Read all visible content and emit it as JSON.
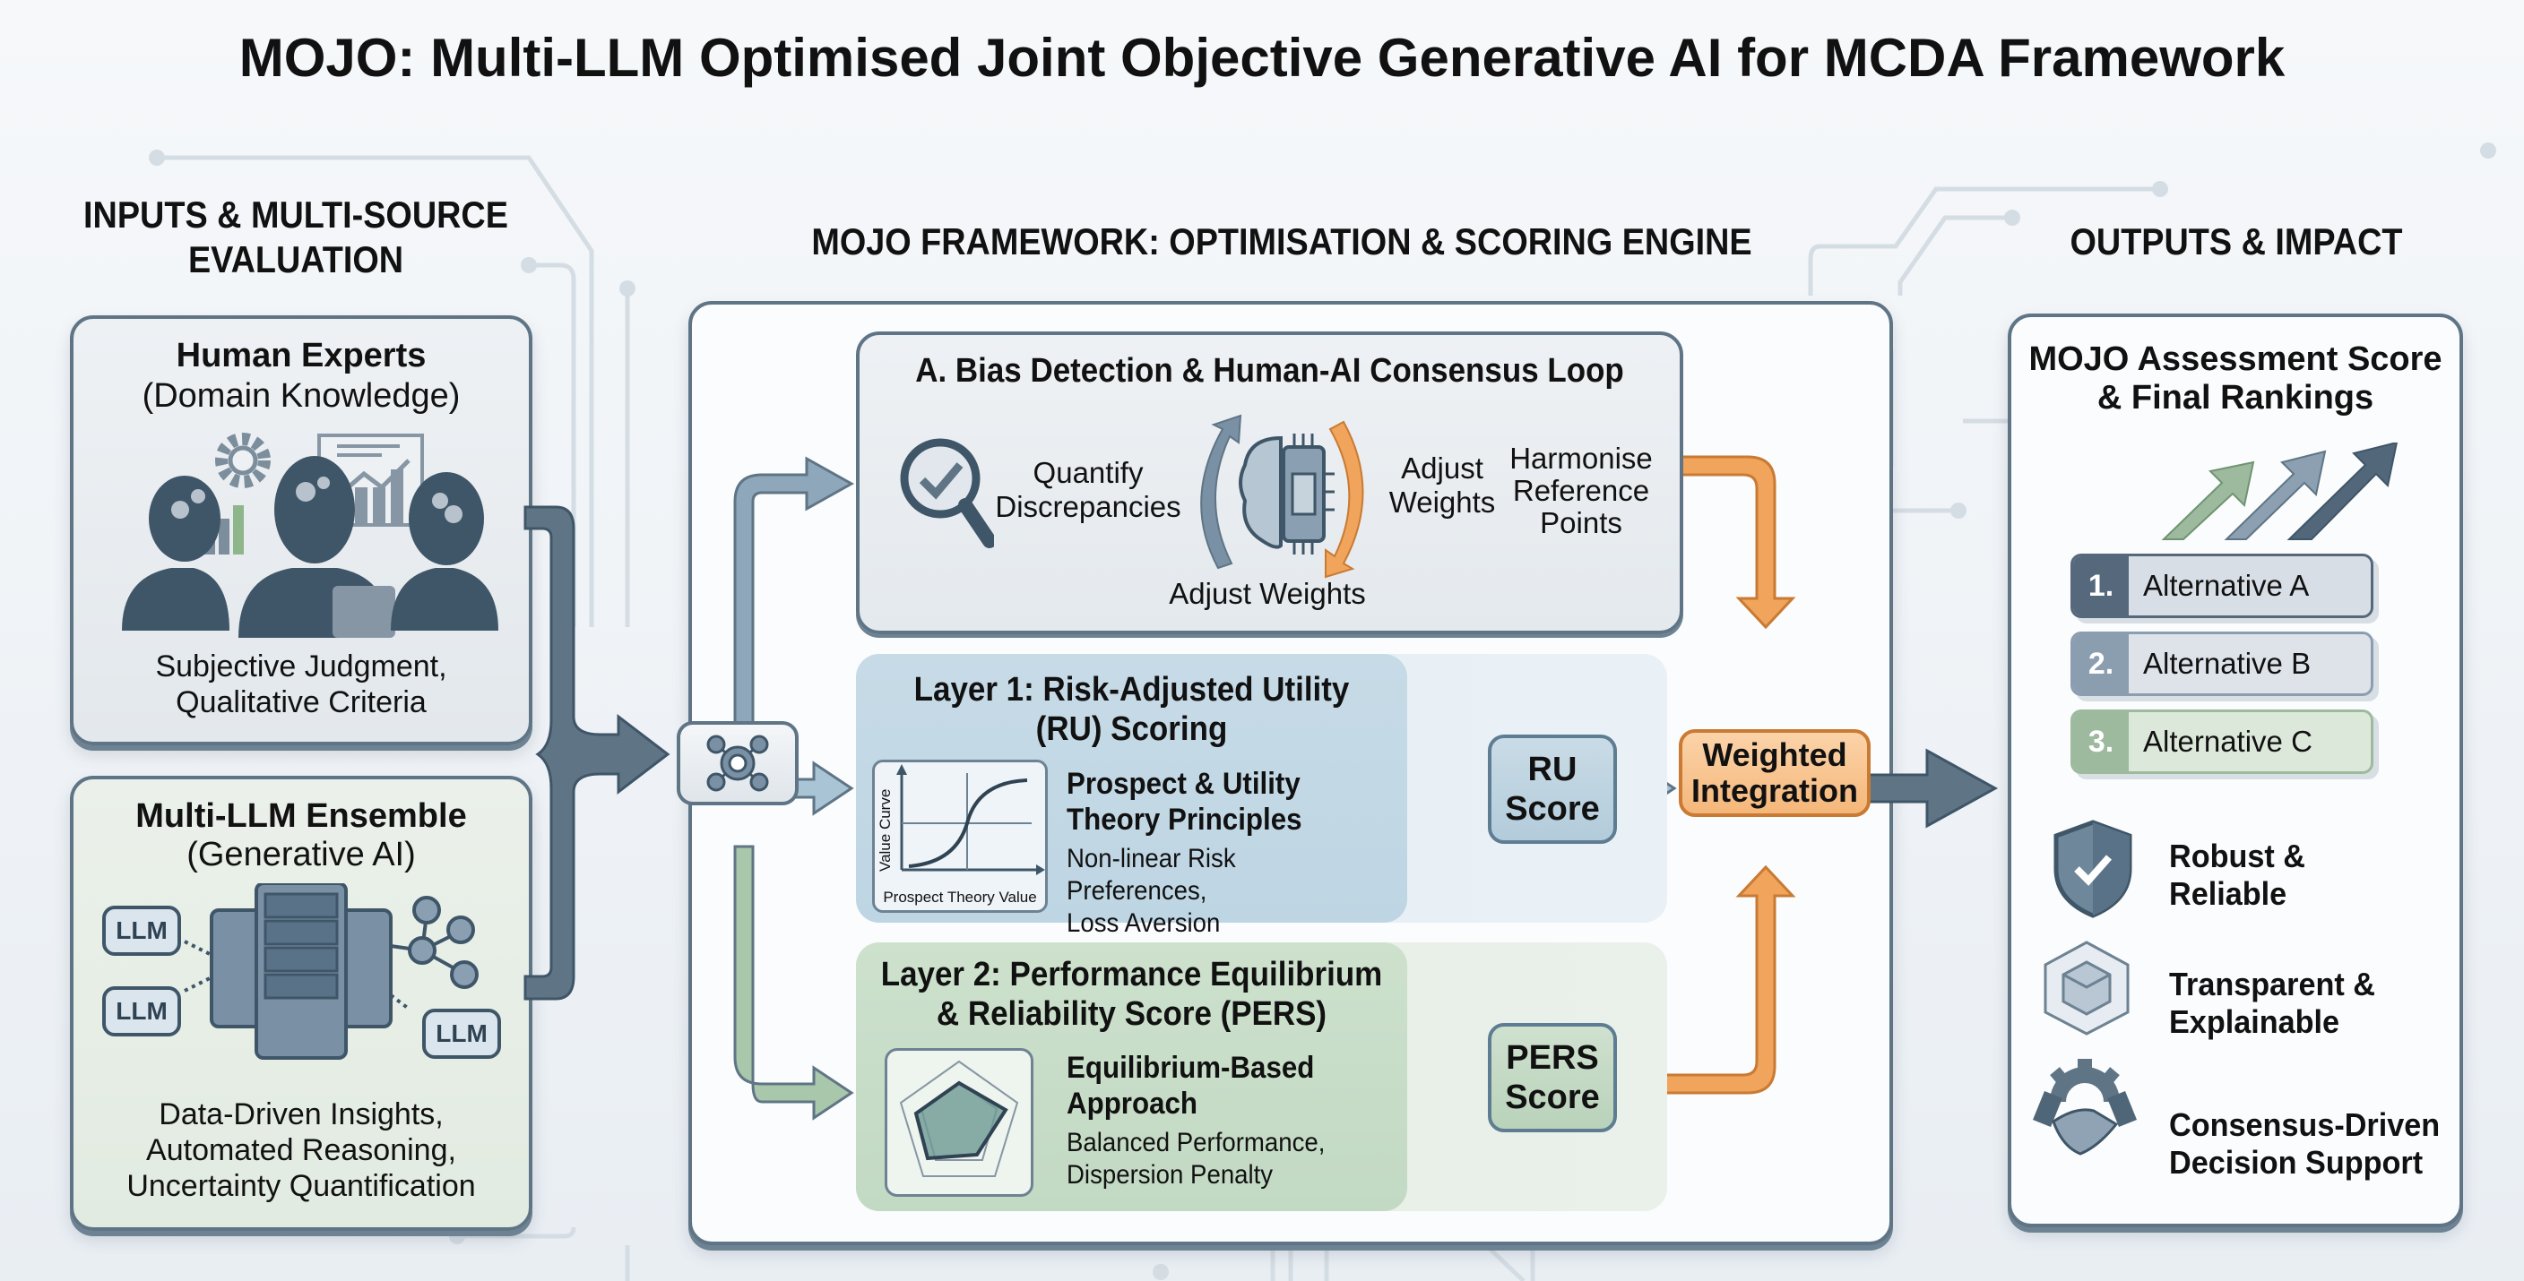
{
  "title": "MOJO: Multi-LLM Optimised Joint Objective Generative AI for MCDA Framework",
  "sections": {
    "inputs": "INPUTS & MULTI-SOURCE EVALUATION",
    "framework": "MOJO FRAMEWORK: OPTIMISATION & SCORING ENGINE",
    "outputs": "OUTPUTS & IMPACT"
  },
  "inputs": {
    "human": {
      "title": "Human Experts",
      "subtitle": "(Domain Knowledge)",
      "desc_line1": "Subjective Judgment,",
      "desc_line2": "Qualitative Criteria",
      "icon": "human-experts-icon"
    },
    "llm": {
      "title": "Multi-LLM Ensemble",
      "subtitle": "(Generative AI)",
      "bubbles": [
        "LLM",
        "LLM",
        "LLM"
      ],
      "desc_line1": "Data-Driven Insights,",
      "desc_line2": "Automated Reasoning,",
      "desc_line3": "Uncertainty Quantification",
      "icon": "server-rack-icon"
    }
  },
  "framework": {
    "hub_icon": "network-hub-icon",
    "bias": {
      "title": "A. Bias Detection & Human-AI Consensus Loop",
      "quantify_line1": "Quantify",
      "quantify_line2": "Discrepancies",
      "adjust_right_line1": "Adjust",
      "adjust_right_line2": "Weights",
      "adjust_bottom": "Adjust Weights",
      "harmonise_line1": "Harmonise",
      "harmonise_line2": "Reference",
      "harmonise_line3": "Points"
    },
    "layer1": {
      "title_line1": "Layer 1: Risk-Adjusted Utility",
      "title_line2": "(RU) Scoring",
      "chart_ylabel": "Value Curve",
      "chart_xlabel": "Prospect Theory Value",
      "bold_line1": "Prospect & Utility",
      "bold_line2": "Theory Principles",
      "text_line1": "Non-linear Risk Preferences,",
      "text_line2": "Loss Aversion",
      "score_line1": "RU",
      "score_line2": "Score"
    },
    "layer2": {
      "title_line1": "Layer 2: Performance Equilibrium",
      "title_line2": "& Reliability Score (PERS)",
      "bold_line1": "Equilibrium-Based",
      "bold_line2": "Approach",
      "text_line1": "Balanced Performance,",
      "text_line2": "Dispersion Penalty",
      "score_line1": "PERS",
      "score_line2": "Score"
    },
    "integration_line1": "Weighted",
    "integration_line2": "Integration"
  },
  "outputs": {
    "card_title_line1": "MOJO Assessment Score",
    "card_title_line2": "& Final Rankings",
    "rankings": [
      {
        "num": "1.",
        "label": "Alternative A",
        "color": "#56697c",
        "bg": "#d8dee5"
      },
      {
        "num": "2.",
        "label": "Alternative B",
        "color": "#8b9eb0",
        "bg": "#dde3e9"
      },
      {
        "num": "3.",
        "label": "Alternative C",
        "color": "#9dba9e",
        "bg": "#dce9da"
      }
    ],
    "impacts": [
      {
        "line1": "Robust &",
        "line2": "Reliable",
        "icon": "shield-check-icon"
      },
      {
        "line1": "Transparent &",
        "line2": "Explainable",
        "icon": "transparent-cube-icon"
      },
      {
        "line1": "Consensus-Driven",
        "line2": "Decision Support",
        "icon": "handshake-gear-icon"
      }
    ]
  },
  "colors": {
    "slate": "#5f7586",
    "dark_slate": "#3f5668",
    "orange": "#f0a45c",
    "blue_panel": "#cfdfe9",
    "green_panel": "#d3e3d3"
  }
}
